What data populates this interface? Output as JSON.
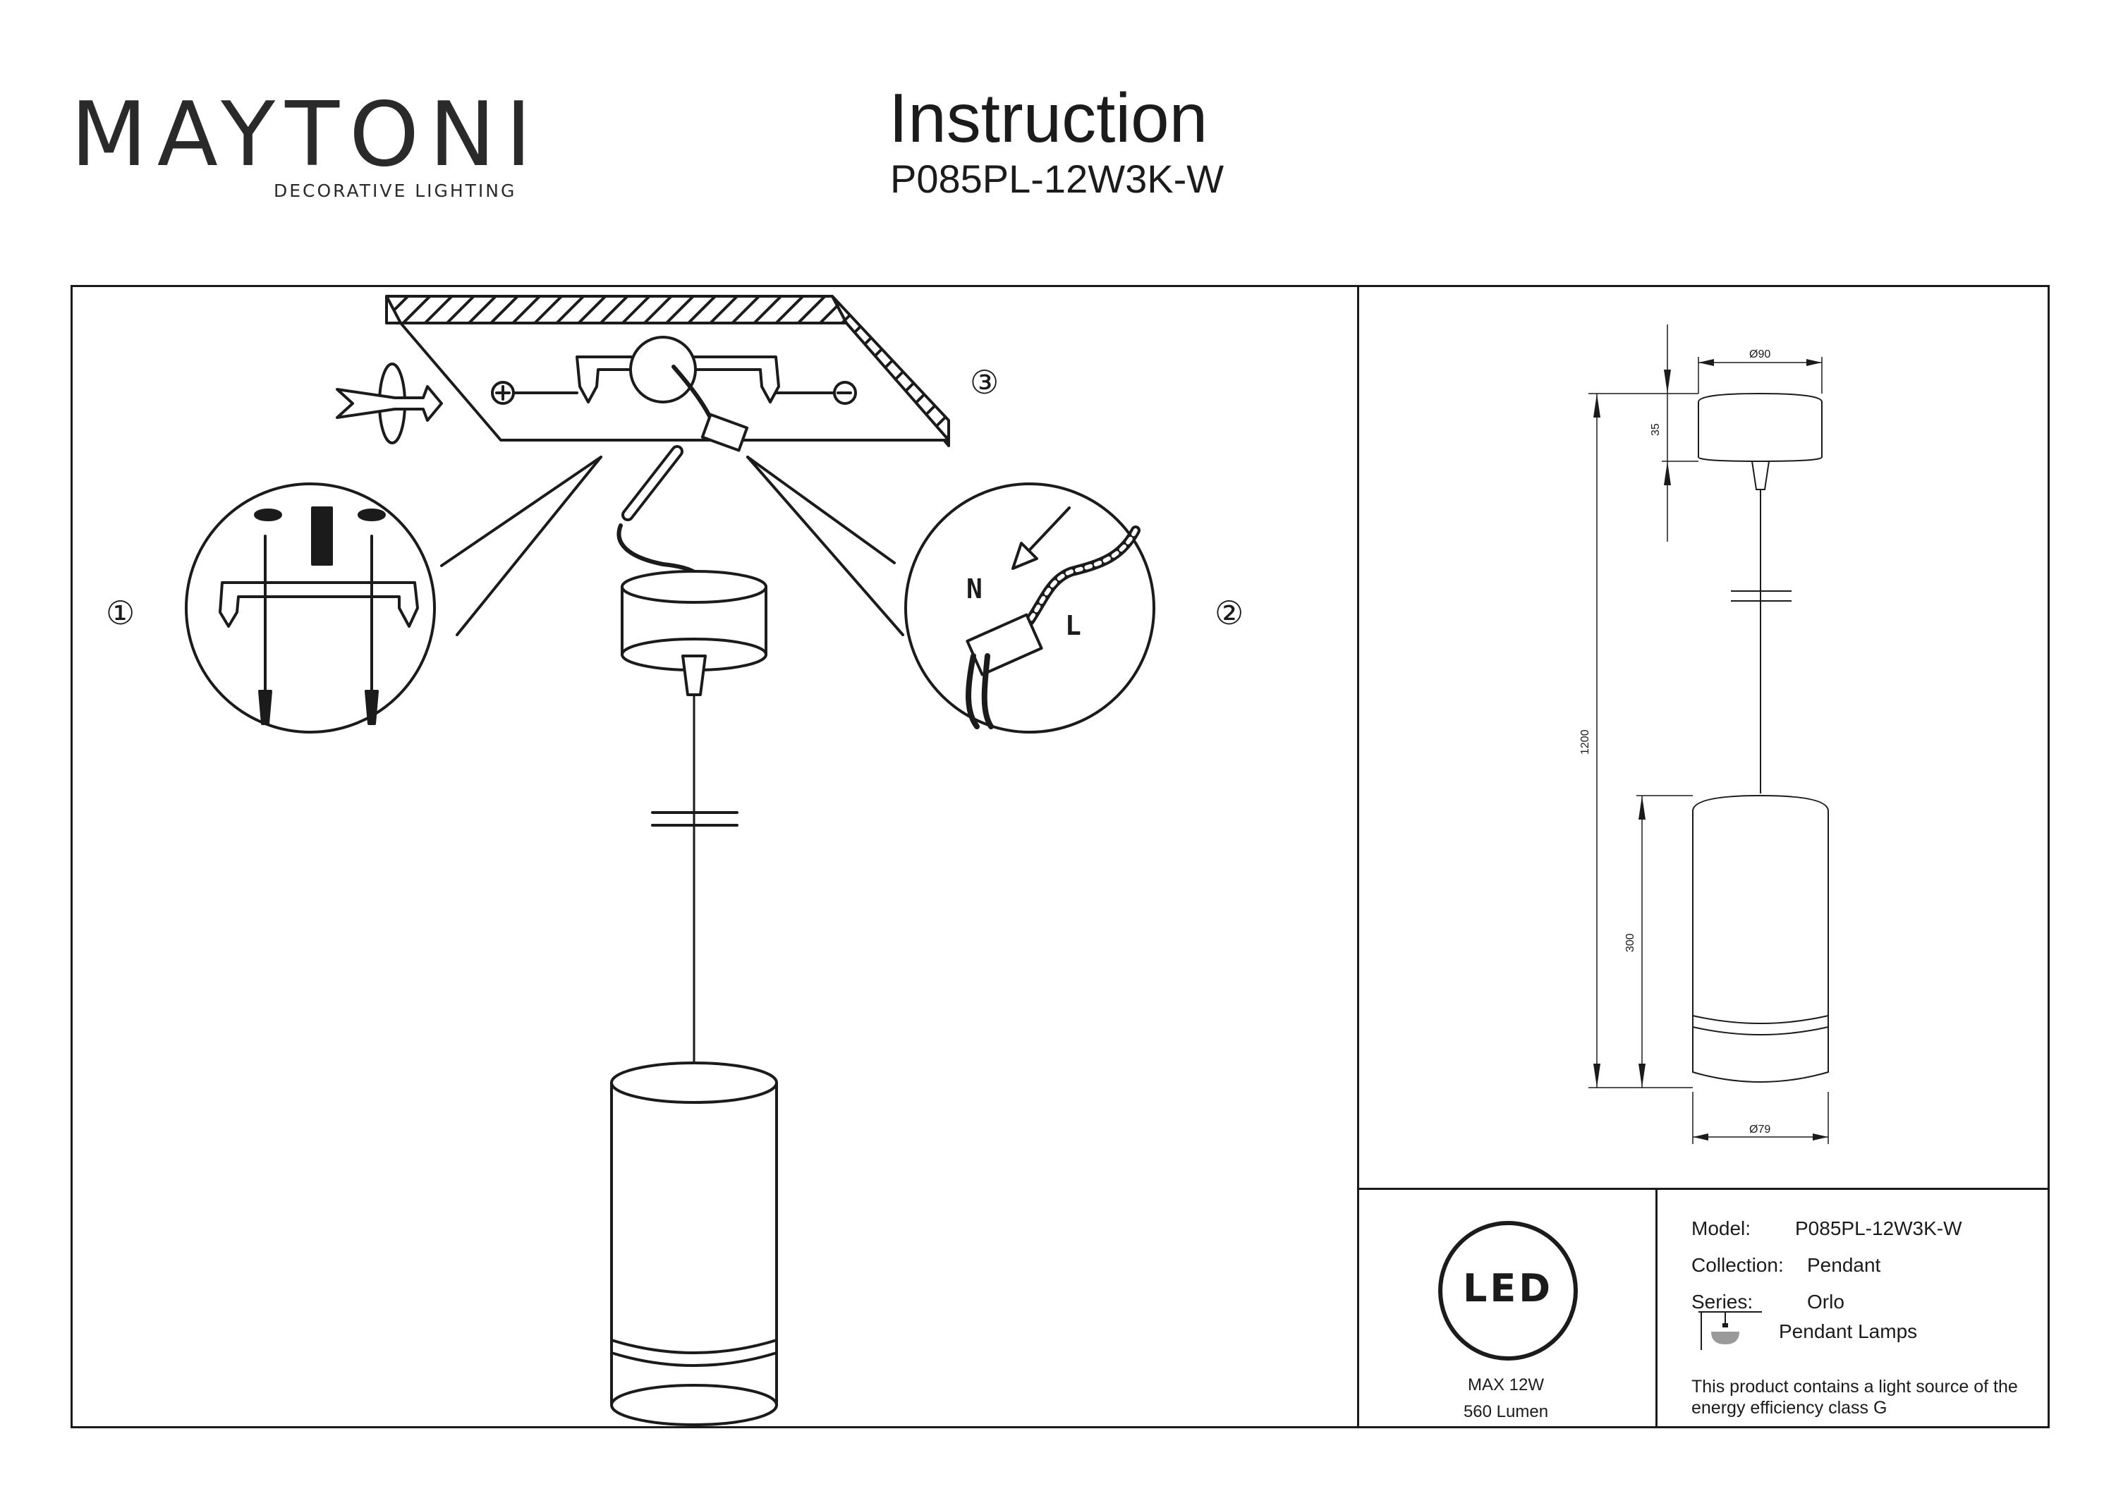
{
  "header": {
    "brand": "MAYTONI",
    "tagline": "DECORATIVE LIGHTING",
    "title": "Instruction",
    "model": "P085PL-12W3K-W"
  },
  "assembly": {
    "steps": [
      "①",
      "②",
      "③"
    ],
    "wire_labels": {
      "neutral": "N",
      "live": "L"
    }
  },
  "dimensions": {
    "canopy_diameter": "Ø90",
    "canopy_height": "35",
    "total_height": "1200",
    "shade_height": "300",
    "shade_diameter": "Ø79"
  },
  "specs": {
    "led_badge": "LED",
    "power": "MAX 12W",
    "lumen": "560 Lumen",
    "model_label": "Model:",
    "model_value": "P085PL-12W3K-W",
    "collection_label": "Collection:",
    "collection_value": "Pendant",
    "series_label": "Series:",
    "series_value": "Orlo",
    "category": "Pendant Lamps",
    "energy_note": "This product contains a light source of the energy efficiency class G"
  },
  "colors": {
    "ink": "#1b1b1b",
    "brand_dot": "#5a2a4a"
  },
  "icons": [
    "screw-icon",
    "wall-plug-icon",
    "rotate-arrow-icon",
    "pendant-lamp-icon",
    "wire-arrow-icon"
  ]
}
